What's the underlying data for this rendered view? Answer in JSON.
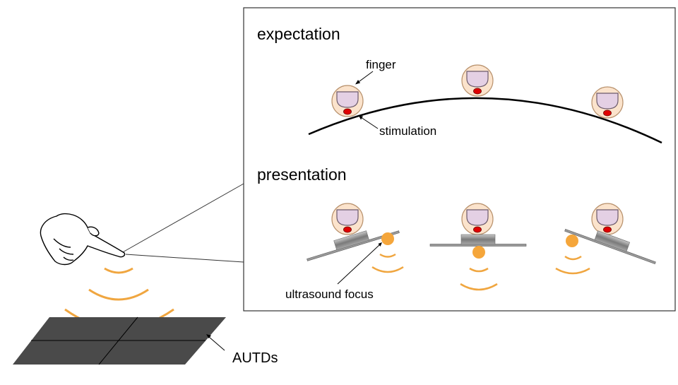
{
  "panel": {
    "expectation_title": "expectation",
    "presentation_title": "presentation"
  },
  "labels": {
    "finger": "finger",
    "stimulation": "stimulation",
    "ultrasound_focus": "ultrasound focus",
    "autds": "AUTDs"
  },
  "colors": {
    "wave": "#f0a640",
    "focus": "#f5a63b",
    "fingertip_skin": "#fbe3cc",
    "fingertip_outline": "#b8916c",
    "nail": "#e4d0e4",
    "stimulation_point": "#e00000",
    "transducer_plate": "#8c8c8c",
    "autd_array": "#4a4a4a"
  }
}
